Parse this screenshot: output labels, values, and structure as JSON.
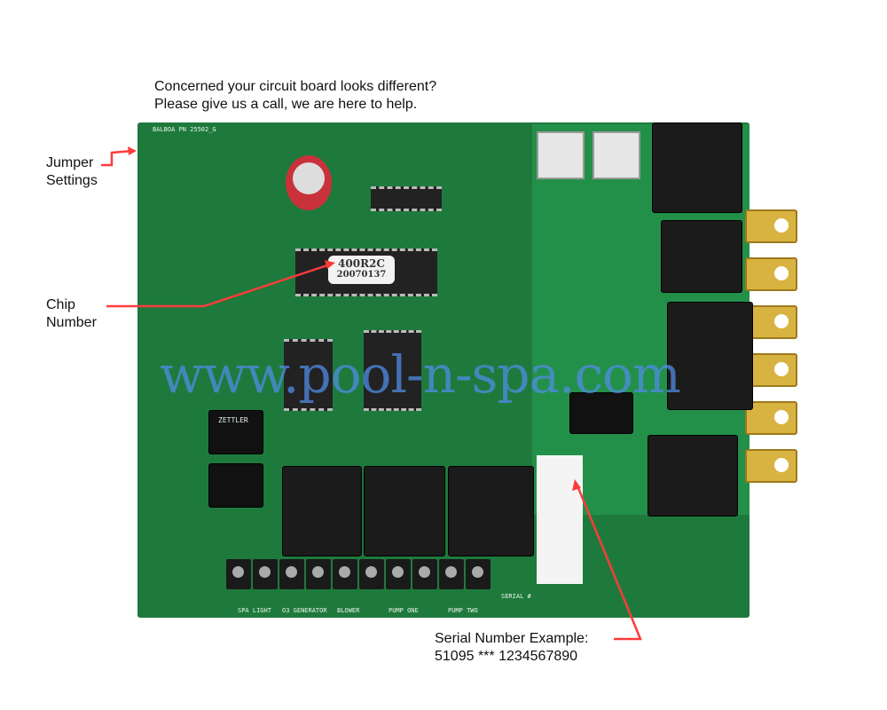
{
  "header": {
    "line1": "Concerned your circuit board looks different?",
    "line2": "Please give us a call, we are here to help."
  },
  "callouts": {
    "jumper": [
      "Jumper",
      "Settings"
    ],
    "chip": [
      "Chip",
      "Number"
    ],
    "serial": [
      "Serial Number Example:",
      "51095 *** 1234567890"
    ]
  },
  "board": {
    "part_number": "BALBOA PN 25502_G",
    "chip_label_top": "400R2C",
    "chip_label_bottom": "20070137",
    "relay_brand": "ZETTLER",
    "terminal_labels": [
      "SPA LIGHT",
      "O3 GENERATOR",
      "BLOWER",
      "PUMP ONE",
      "PUMP TWO"
    ],
    "serial_label": "SERIAL #",
    "watermark": "www.pool-n-spa.com"
  },
  "colors": {
    "board": "#1e7a3c",
    "arrow": "#ff3b3b",
    "watermark": "#508ce6"
  }
}
